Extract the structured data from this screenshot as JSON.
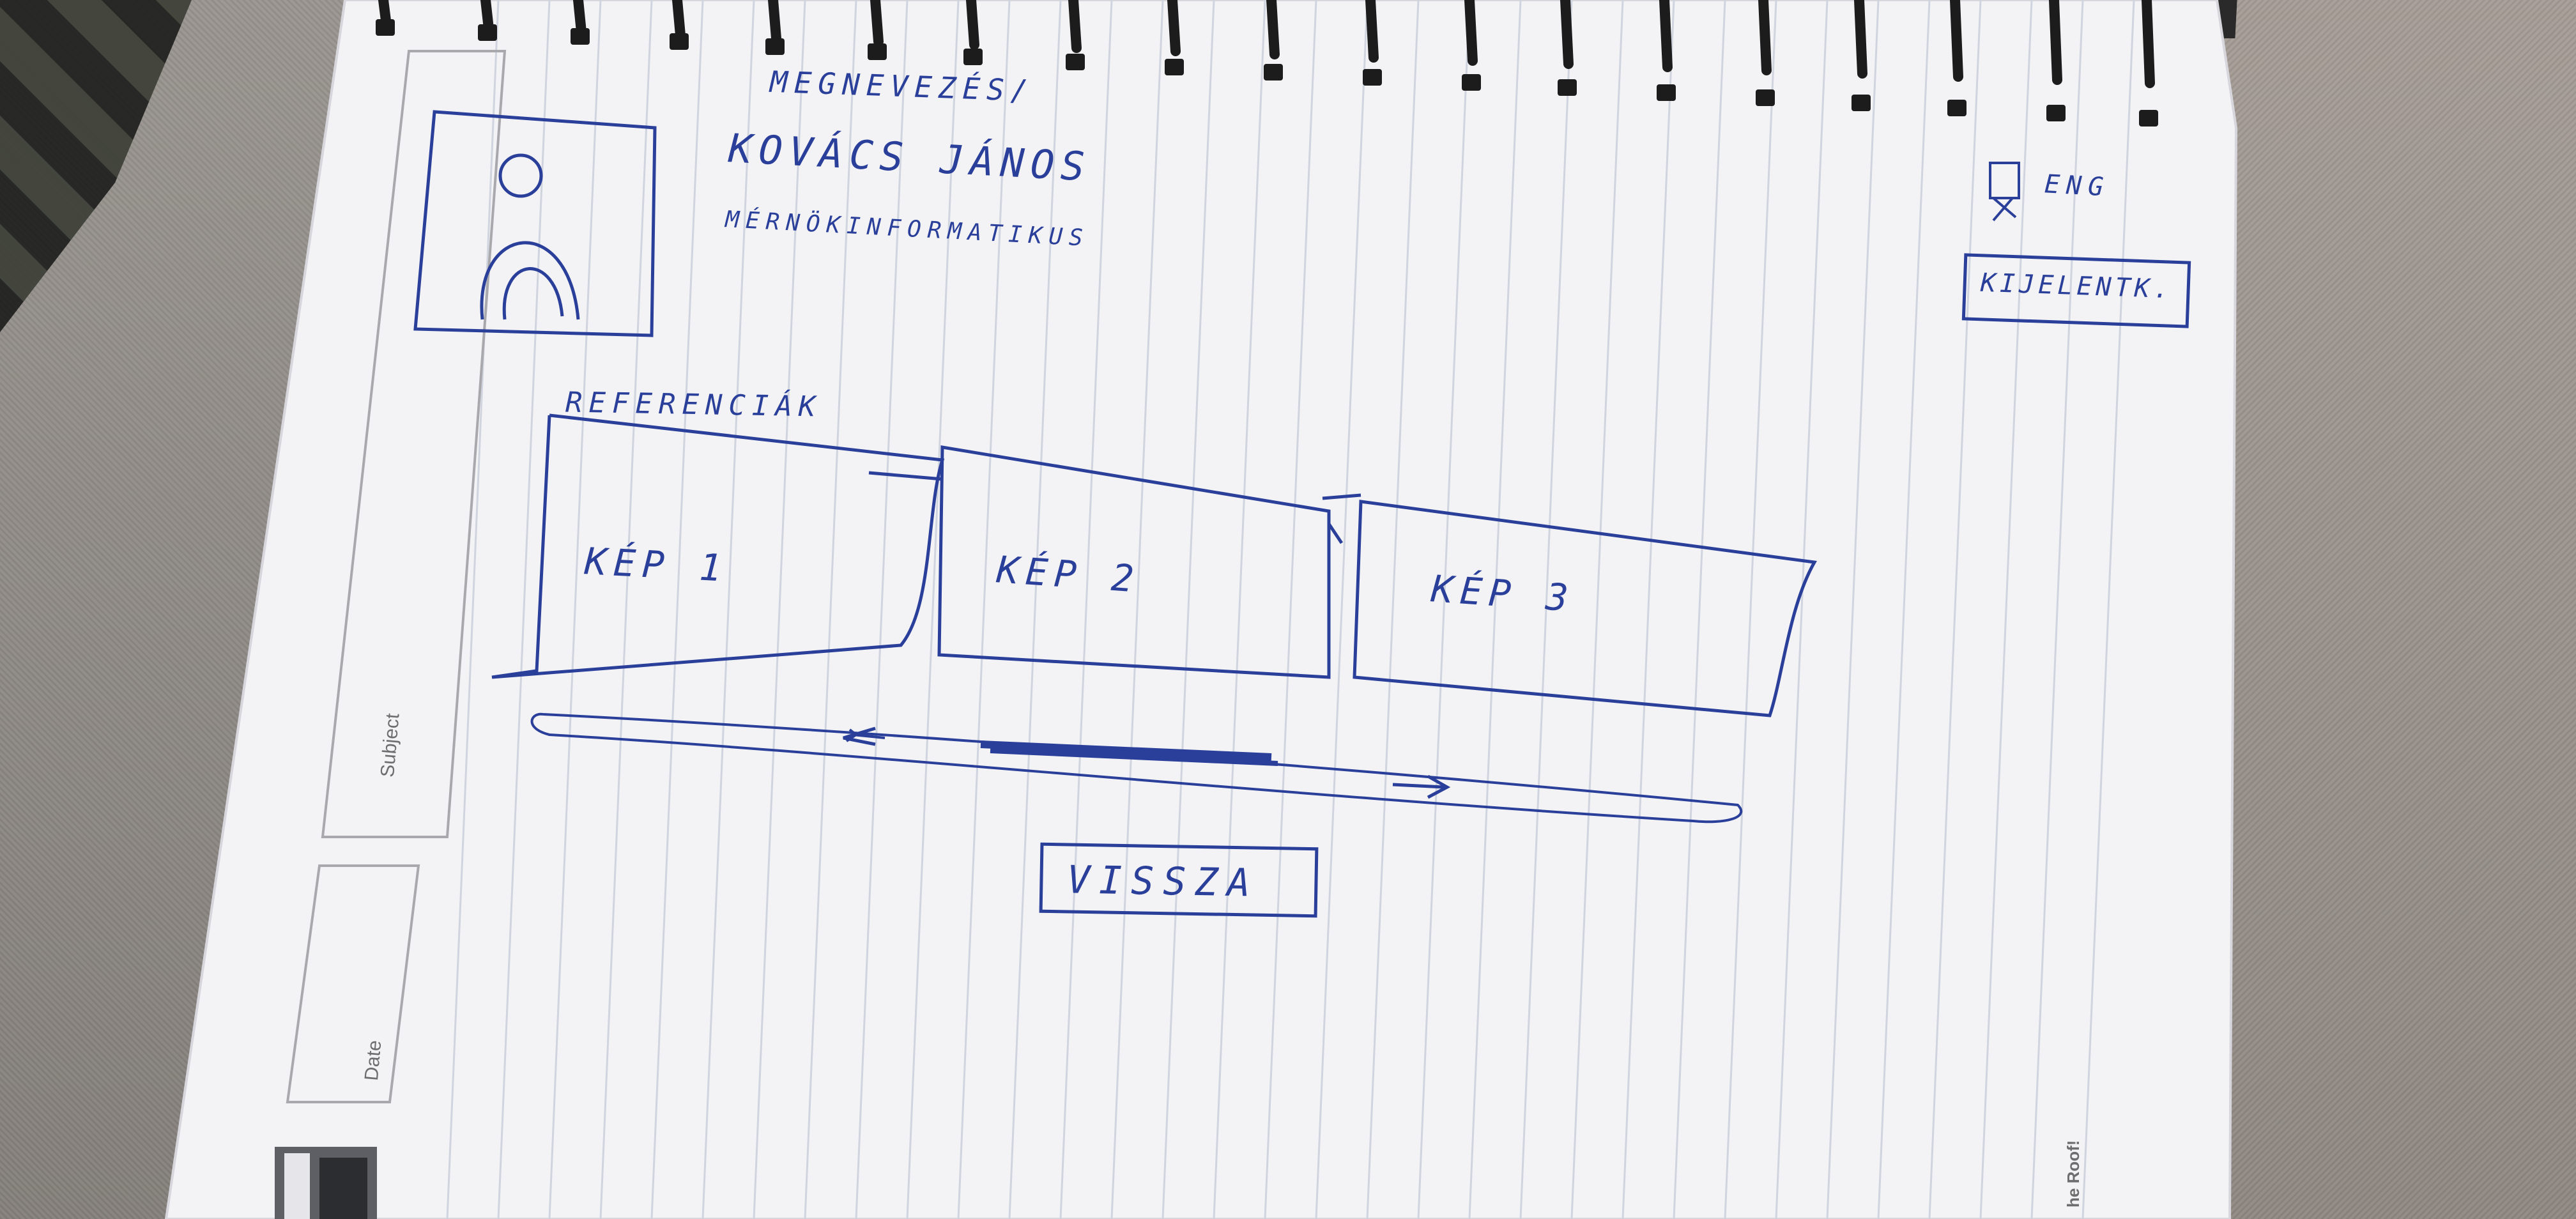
{
  "profile": {
    "icon": "person-icon",
    "name_label": "MEGNEVEZÉS/",
    "name_value": "KOVÁCS JÁNOS",
    "role": "MÉRNÖKINFORMATIKUS"
  },
  "header": {
    "language": "ENG",
    "language_icon": "flag-icon",
    "logout_button": "KIJELENTK."
  },
  "references": {
    "title": "REFERENCIÁK",
    "images": [
      "KÉP 1",
      "KÉP 2",
      "KÉP 3"
    ],
    "scrollbar_icons": [
      "left-arrow-icon",
      "right-arrow-icon"
    ]
  },
  "back_button": "VISSZA",
  "notebook": {
    "subject_label": "Subject",
    "date_label": "Date",
    "footer_text": "he Roof!"
  },
  "colors": {
    "ink": "#2a3f9a",
    "paper": "#f4f4f6",
    "rule_line": "#cfd4de",
    "binding": "#1c1c1c"
  }
}
